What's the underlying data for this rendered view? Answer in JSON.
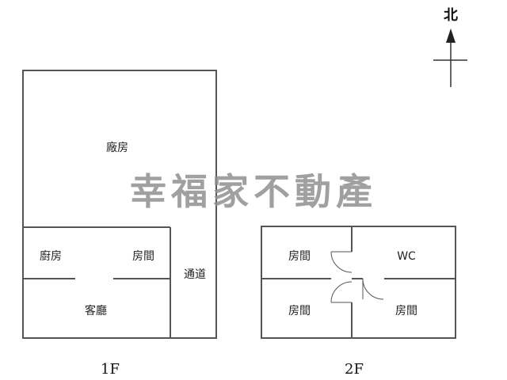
{
  "compass": {
    "label": "北"
  },
  "watermark": "幸福家不動產",
  "floor1": {
    "label": "1F",
    "rooms": {
      "factory": "廠房",
      "kitchen": "廚房",
      "room": "房間",
      "living": "客廳",
      "corridor": "通道"
    }
  },
  "floor2": {
    "label": "2F",
    "rooms": {
      "room_top_left": "房間",
      "wc": "WC",
      "room_bottom_left": "房間",
      "room_bottom_right": "房間"
    }
  },
  "colors": {
    "line": "#555555",
    "watermark": "#8f8f8f"
  }
}
